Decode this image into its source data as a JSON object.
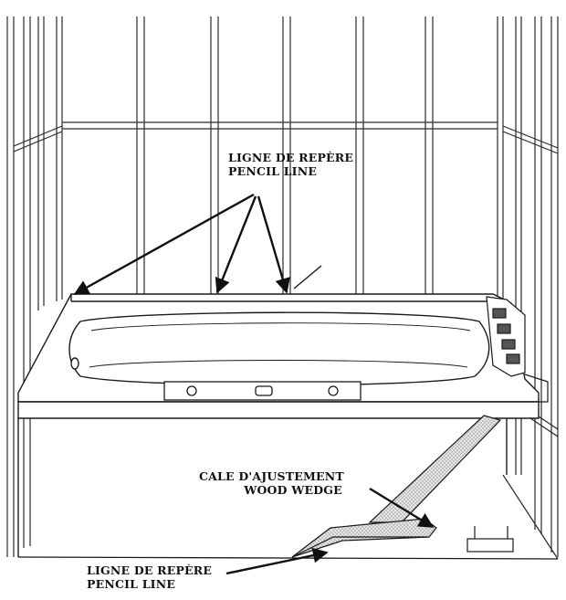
{
  "labels": {
    "top": {
      "fr": "LIGNE DE REPÈRE",
      "en": "PENCIL LINE"
    },
    "wedge": {
      "fr": "CALE D'AJUSTEMENT",
      "en": "WOOD WEDGE"
    },
    "bottom": {
      "fr": "LIGNE DE REPÈRE",
      "en": "PENCIL LINE"
    }
  },
  "colors": {
    "line": "#1a1a1a",
    "paper": "#ffffff",
    "wedge_fill": "#cfcfcf"
  }
}
